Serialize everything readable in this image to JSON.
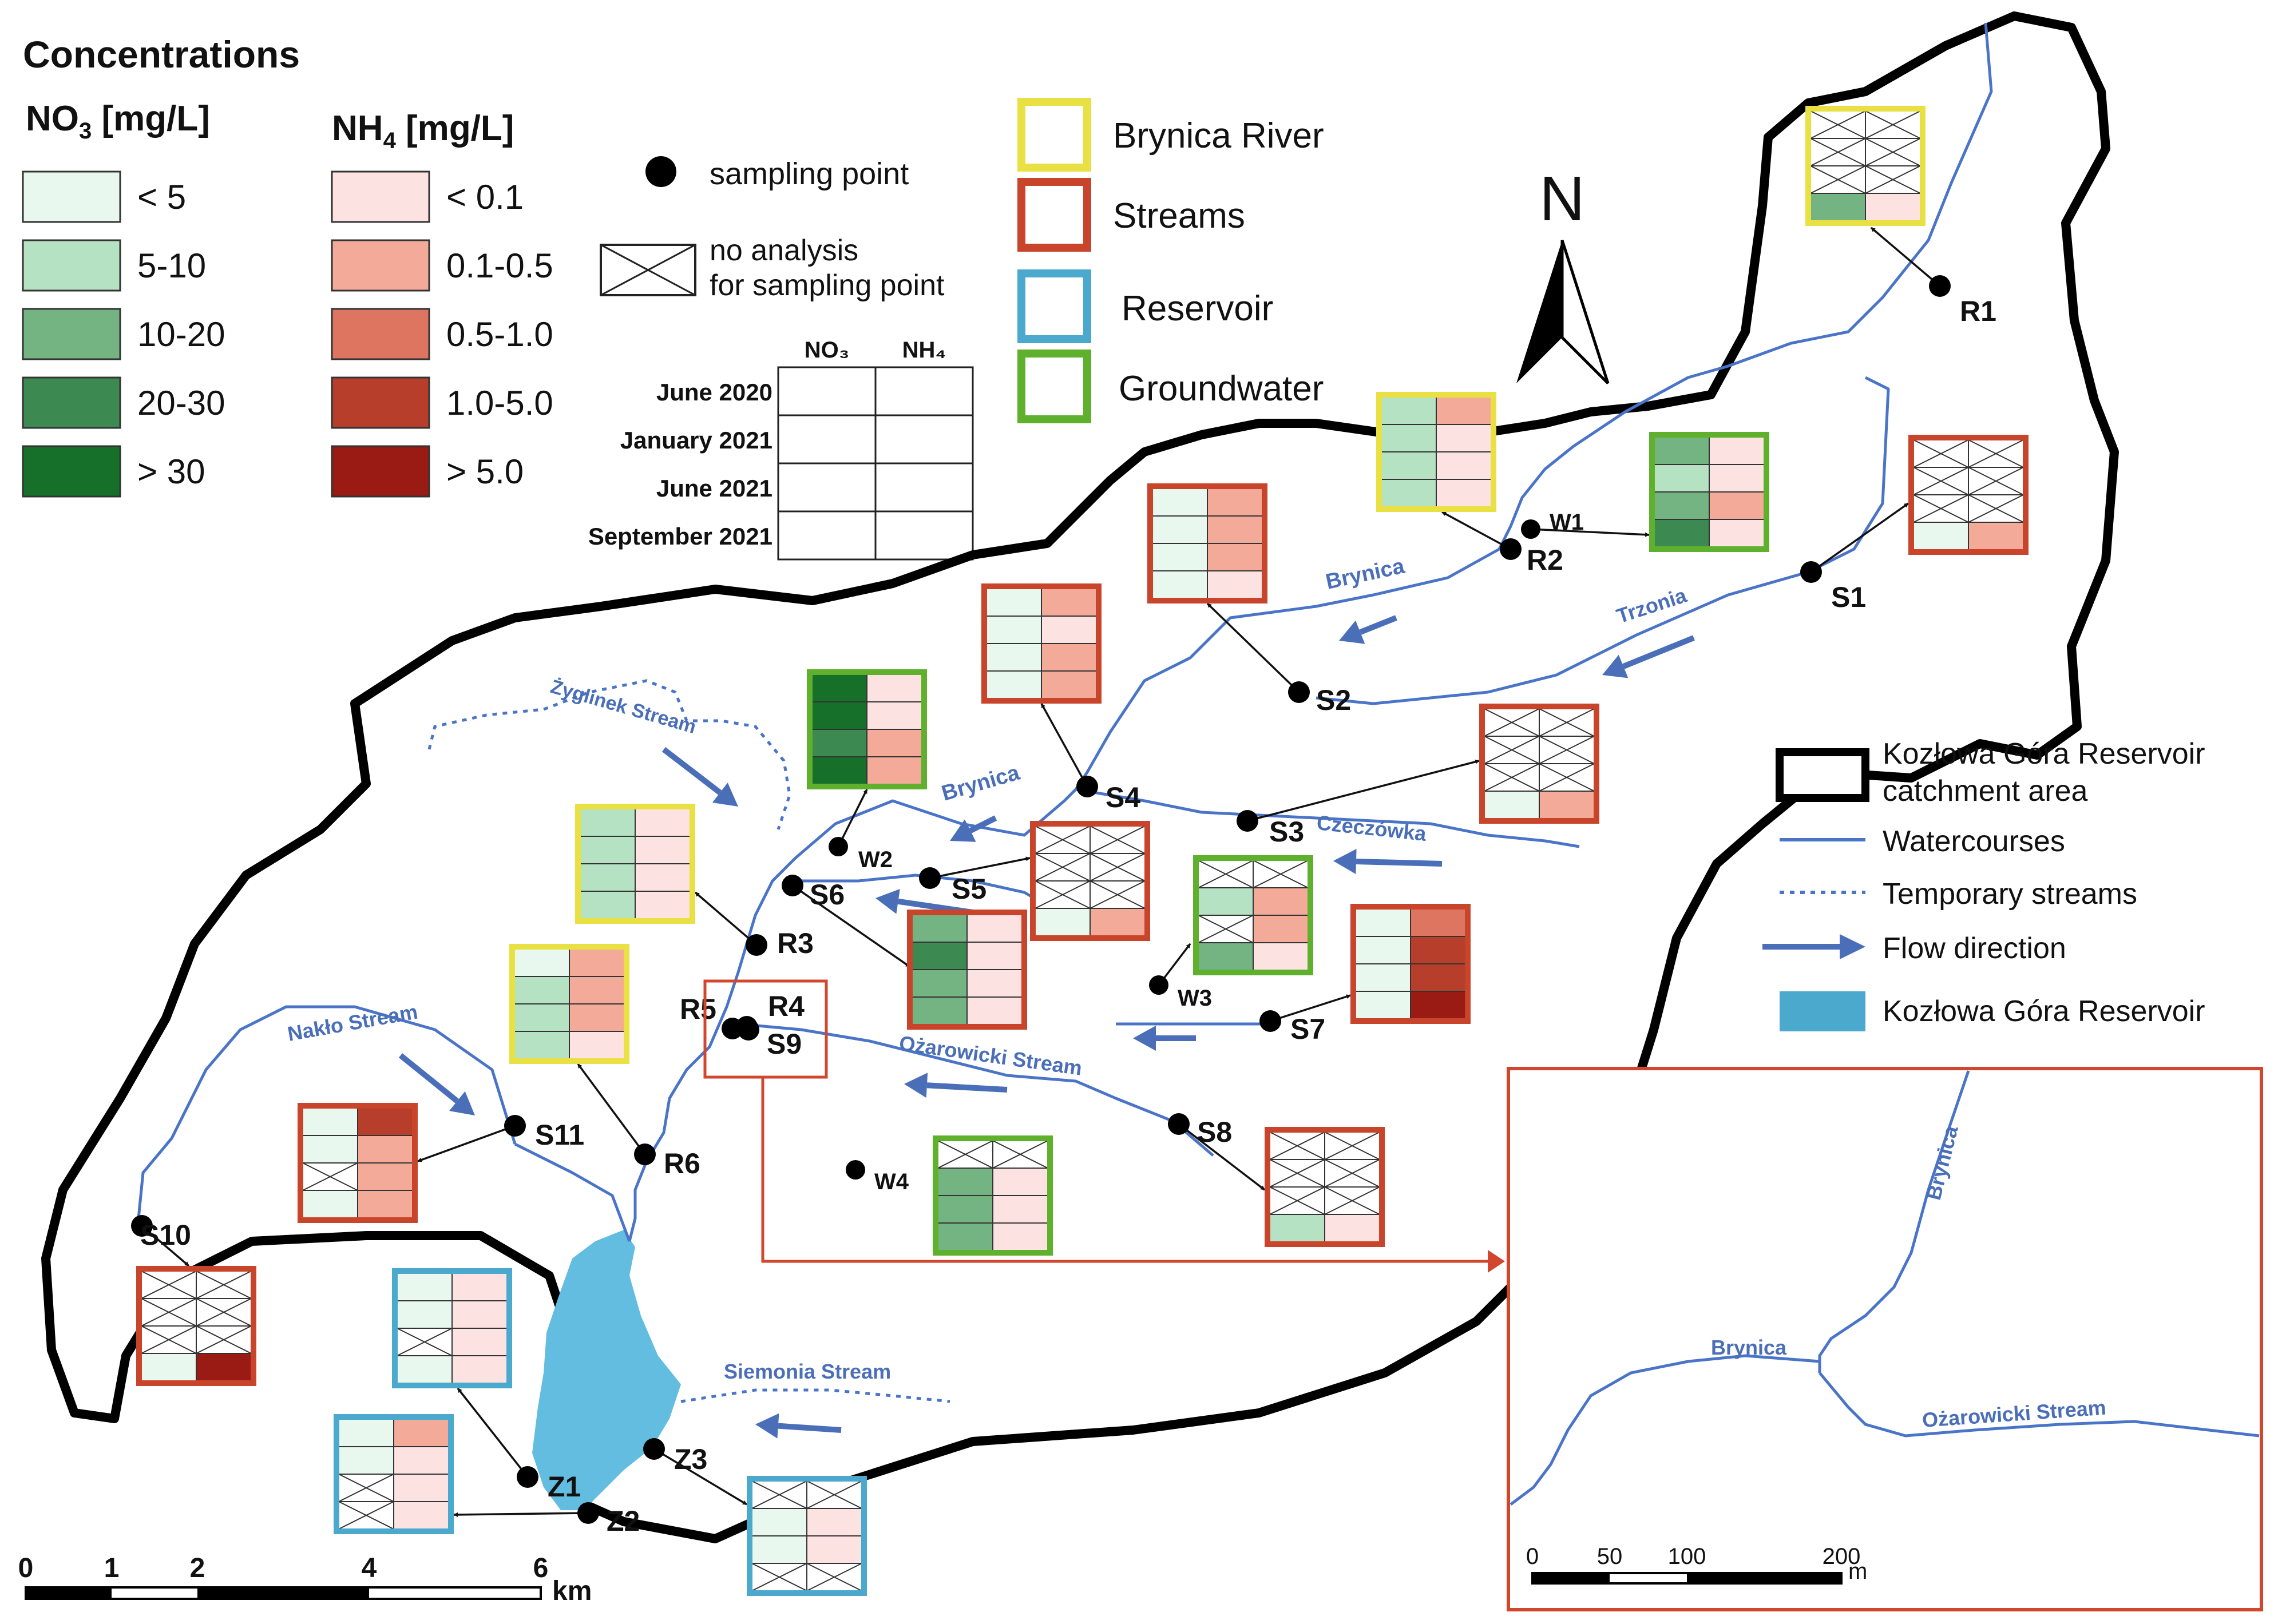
{
  "legend": {
    "title": "Concentrations",
    "no3_header": "NO",
    "no3_sub": "3",
    "no3_unit": " [mg/L]",
    "nh4_header": "NH",
    "nh4_sub": "4",
    "nh4_unit": " [mg/L]",
    "no3_classes": [
      {
        "label": "< 5",
        "color": "#e9f8ee"
      },
      {
        "label": "5-10",
        "color": "#b4e2c2"
      },
      {
        "label": "10-20",
        "color": "#74b483"
      },
      {
        "label": "20-30",
        "color": "#3c8a52"
      },
      {
        "label": "> 30",
        "color": "#16702a"
      }
    ],
    "nh4_classes": [
      {
        "label": "< 0.1",
        "color": "#fde2e2"
      },
      {
        "label": "0.1-0.5",
        "color": "#f4aa98"
      },
      {
        "label": "0.5-1.0",
        "color": "#de7560"
      },
      {
        "label": "1.0-5.0",
        "color": "#b63e2b"
      },
      {
        "label": "> 5.0",
        "color": "#9a1a14"
      }
    ],
    "sampling_point": "sampling point",
    "no_analysis": [
      "no analysis",
      "for sampling point"
    ],
    "table_cols": [
      "NO₃",
      "NH₄"
    ],
    "table_rows": [
      "June 2020",
      "January 2021",
      "June 2021",
      "September 2021"
    ],
    "types": [
      {
        "label": "Brynica River",
        "color": "#e9e043"
      },
      {
        "label": "Streams",
        "color": "#c8442a"
      },
      {
        "label": "Reservoir",
        "color": "#4aa9cc"
      },
      {
        "label": "Groundwater",
        "color": "#5eb02d"
      }
    ],
    "map_legend": [
      "Kozłowa Góra Reservoir",
      "catchment area",
      "Watercourses",
      "Temporary streams",
      "Flow direction",
      "Kozłowa Góra Reservoir"
    ],
    "north": "N"
  },
  "colors": {
    "river": "#4a74c8",
    "reservoir": "#62bde0",
    "boundary": "#000000",
    "arrow": "#4a6fb8",
    "inset_frame": "#d2462e"
  },
  "points": [
    "R1",
    "R2",
    "W1",
    "S1",
    "S2",
    "S3",
    "S4",
    "W2",
    "S5",
    "S6",
    "R3",
    "W3",
    "S7",
    "R4",
    "R5",
    "S9",
    "S8",
    "W4",
    "S11",
    "R6",
    "S10",
    "Z1",
    "Z2",
    "Z3"
  ],
  "streams": [
    "Brynica",
    "Trzonia",
    "Żyglinek Stream",
    "Brynica",
    "Czeczówka",
    "Nakło Stream",
    "Ożarowicki Stream",
    "Siemonia Stream"
  ],
  "scale": {
    "ticks": [
      "0",
      "1",
      "2",
      "4",
      "6"
    ],
    "unit": "km"
  },
  "inset": {
    "points": [
      "R4",
      "R5",
      "S9"
    ],
    "streams": [
      "Brynica",
      "Brynica",
      "Ożarowicki Stream"
    ],
    "scale": {
      "ticks": [
        "0",
        "50",
        "100",
        "200"
      ],
      "unit": "m"
    }
  },
  "boxes": [
    {
      "id": "R1",
      "type": "river",
      "rows": [
        [
          "x",
          "x"
        ],
        [
          "x",
          "x"
        ],
        [
          "x",
          "x"
        ],
        [
          2,
          0
        ]
      ]
    },
    {
      "id": "R2",
      "type": "river",
      "rows": [
        [
          1,
          1
        ],
        [
          1,
          0
        ],
        [
          1,
          0
        ],
        [
          1,
          0
        ]
      ]
    },
    {
      "id": "W1",
      "type": "ground",
      "rows": [
        [
          2,
          0
        ],
        [
          1,
          0
        ],
        [
          2,
          1
        ],
        [
          3,
          0
        ]
      ]
    },
    {
      "id": "S1",
      "type": "stream",
      "rows": [
        [
          "x",
          "x"
        ],
        [
          "x",
          "x"
        ],
        [
          "x",
          "x"
        ],
        [
          0,
          1
        ]
      ]
    },
    {
      "id": "S2",
      "type": "stream",
      "rows": [
        [
          0,
          1
        ],
        [
          0,
          1
        ],
        [
          0,
          1
        ],
        [
          0,
          0
        ]
      ]
    },
    {
      "id": "S4",
      "type": "stream",
      "rows": [
        [
          0,
          1
        ],
        [
          0,
          0
        ],
        [
          0,
          1
        ],
        [
          0,
          1
        ]
      ]
    },
    {
      "id": "S3",
      "type": "stream",
      "rows": [
        [
          "x",
          "x"
        ],
        [
          "x",
          "x"
        ],
        [
          "x",
          "x"
        ],
        [
          0,
          1
        ]
      ]
    },
    {
      "id": "W2",
      "type": "ground",
      "rows": [
        [
          4,
          0
        ],
        [
          4,
          0
        ],
        [
          3,
          1
        ],
        [
          4,
          1
        ]
      ]
    },
    {
      "id": "S5",
      "type": "stream",
      "rows": [
        [
          "x",
          "x"
        ],
        [
          "x",
          "x"
        ],
        [
          "x",
          "x"
        ],
        [
          0,
          1
        ]
      ]
    },
    {
      "id": "R3",
      "type": "river",
      "rows": [
        [
          1,
          0
        ],
        [
          1,
          0
        ],
        [
          1,
          0
        ],
        [
          1,
          0
        ]
      ]
    },
    {
      "id": "S6",
      "type": "stream",
      "rows": [
        [
          2,
          0
        ],
        [
          3,
          0
        ],
        [
          2,
          0
        ],
        [
          2,
          0
        ]
      ]
    },
    {
      "id": "W3",
      "type": "ground",
      "rows": [
        [
          "x",
          "x"
        ],
        [
          1,
          1
        ],
        [
          "x",
          1
        ],
        [
          2,
          0
        ]
      ]
    },
    {
      "id": "S7",
      "type": "stream",
      "rows": [
        [
          0,
          2
        ],
        [
          0,
          3
        ],
        [
          0,
          3
        ],
        [
          0,
          4
        ]
      ]
    },
    {
      "id": "R6",
      "type": "river",
      "rows": [
        [
          0,
          1
        ],
        [
          1,
          1
        ],
        [
          1,
          1
        ],
        [
          1,
          0
        ]
      ]
    },
    {
      "id": "S11",
      "type": "stream",
      "rows": [
        [
          0,
          3
        ],
        [
          0,
          1
        ],
        [
          "x",
          1
        ],
        [
          0,
          1
        ]
      ]
    },
    {
      "id": "W4",
      "type": "ground",
      "rows": [
        [
          "x",
          "x"
        ],
        [
          2,
          0
        ],
        [
          2,
          0
        ],
        [
          2,
          0
        ]
      ]
    },
    {
      "id": "S8",
      "type": "stream",
      "rows": [
        [
          "x",
          "x"
        ],
        [
          "x",
          "x"
        ],
        [
          "x",
          "x"
        ],
        [
          1,
          0
        ]
      ]
    },
    {
      "id": "S10",
      "type": "stream",
      "rows": [
        [
          "x",
          "x"
        ],
        [
          "x",
          "x"
        ],
        [
          "x",
          "x"
        ],
        [
          0,
          4
        ]
      ]
    },
    {
      "id": "Z1",
      "type": "reservoir",
      "rows": [
        [
          0,
          0
        ],
        [
          0,
          0
        ],
        [
          "x",
          0
        ],
        [
          0,
          0
        ]
      ]
    },
    {
      "id": "Z2",
      "type": "reservoir",
      "rows": [
        [
          0,
          1
        ],
        [
          0,
          0
        ],
        [
          "x",
          0
        ],
        [
          "x",
          0
        ]
      ]
    },
    {
      "id": "Z3",
      "type": "reservoir",
      "rows": [
        [
          "x",
          "x"
        ],
        [
          0,
          0
        ],
        [
          0,
          0
        ],
        [
          "x",
          "x"
        ]
      ]
    },
    {
      "id": "R4i",
      "type": "river",
      "rows": [
        [
          1,
          2
        ],
        [
          1,
          0
        ],
        [
          1,
          3
        ],
        [
          1,
          0
        ]
      ]
    },
    {
      "id": "R5i",
      "type": "river",
      "rows": [
        [
          "x",
          "x"
        ],
        [
          1,
          0
        ],
        [
          "x",
          2
        ],
        [
          2,
          0
        ]
      ]
    },
    {
      "id": "S9i",
      "type": "stream",
      "rows": [
        [
          0,
          0
        ],
        [
          1,
          0
        ],
        [
          2,
          0
        ],
        [
          2,
          0
        ]
      ]
    }
  ]
}
